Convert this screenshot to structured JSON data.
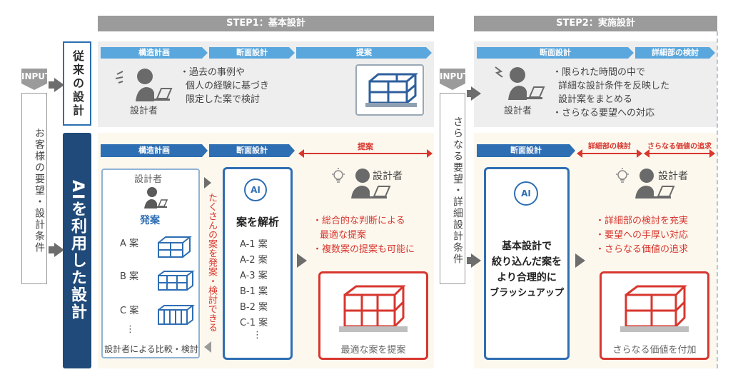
{
  "step1": {
    "title": "STEP1：基本設計"
  },
  "step2": {
    "title": "STEP2：実施設計"
  },
  "input_tags": {
    "left": "INPUT",
    "middle": "INPUT"
  },
  "input_text": {
    "left": "お客様の要望・設計条件",
    "middle": "さらなる要望・詳細設計条件"
  },
  "row_labels": {
    "traditional": "従来の設計",
    "ai": "AIを利用した設計"
  },
  "traditional": {
    "phases_step1": [
      "構造計画",
      "断面設計",
      "提案"
    ],
    "designer_label": "設計者",
    "step1_text": [
      "・過去の事例や",
      "個人の経験に基づき",
      "限定した案で検討"
    ],
    "phases_step2": [
      "断面設計",
      "詳細部の検討"
    ],
    "step2_text": [
      "・限られた時間の中で",
      "詳細な設計条件を反映した",
      "設計案をまとめる",
      "・さらなる要望への対応"
    ]
  },
  "ai_design": {
    "phases_step1": [
      "構造計画",
      "断面設計",
      "提案"
    ],
    "designer_label": "設計者",
    "proposal_label": "発案",
    "cases": [
      "A 案",
      "B 案",
      "C 案",
      "⋮"
    ],
    "compare_label": "設計者による比較・検討",
    "vertical_note": "たくさんの案を発案・検討できる",
    "ai_badge": "AI",
    "analysis_title": "案を解析",
    "analysis_cases": [
      "A-1 案",
      "A-2 案",
      "A-3 案",
      "B-1 案",
      "B-2 案",
      "C-1 案",
      "⋮"
    ],
    "proposal_points": [
      "・総合的な判断による",
      "最適な提案",
      "・複数案の提案も可能に"
    ],
    "optimal_caption": "最適な案を提案",
    "phases_step2": [
      "断面設計",
      "詳細部の検討",
      "さらなる価値の追求"
    ],
    "step2_ai_text": [
      "基本設計で",
      "絞り込んだ案を",
      "より合理的に",
      "ブラッシュアップ"
    ],
    "step2_points": [
      "・詳細部の検討を充実",
      "・要望への手厚い対応",
      "・さらなる価値の追求"
    ],
    "value_caption": "さらなる価値を付加"
  },
  "colors": {
    "blue": "#2e6eb3",
    "red": "#d7372f",
    "light_blue": "#5aa7dd",
    "gray": "#9b9b9b"
  }
}
